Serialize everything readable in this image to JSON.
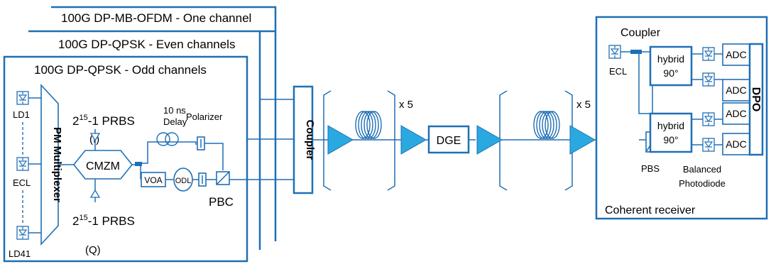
{
  "colors": {
    "stroke": "#1f6fb5",
    "amplifier_fill": "#2aa9e0",
    "background": "#ffffff"
  },
  "transmitter": {
    "panel_back_title": "100G DP-MB-OFDM - One channel",
    "panel_mid_title": "100G DP-QPSK - Even channels",
    "panel_front_title": "100G DP-QPSK - Odd channels",
    "multiplexer": "PM Multiplexer",
    "lasers": [
      "LD1",
      "ECL",
      "LD41"
    ],
    "prbs_top": "2",
    "prbs_sup": "15",
    "prbs_rest": "-1 PRBS",
    "prbs_top_label": "(I)",
    "prbs_bottom_label": "(Q)",
    "modulator": "CMZM",
    "delay_line1": "10 ns",
    "delay_line2": "Delay",
    "polarizer": "Polarizer",
    "voa": "VOA",
    "odl": "ODL",
    "pbc": "PBC"
  },
  "link": {
    "coupler": "Coupler",
    "span1_repeat": "x 5",
    "dge": "DGE",
    "span2_repeat": "x 5"
  },
  "receiver": {
    "coupler": "Coupler",
    "ecl": "ECL",
    "hybrid_top1": "hybrid",
    "hybrid_top2": "90°",
    "hybrid_bottom1": "hybrid",
    "hybrid_bottom2": "90°",
    "adc": [
      "ADC",
      "ADC",
      "ADC",
      "ADC"
    ],
    "dpo": "DPO",
    "pbs": "PBS",
    "photodiode1": "Balanced",
    "photodiode2": "Photodiode",
    "title": "Coherent receiver"
  },
  "icons": [
    "photodiode-icon",
    "amplifier-icon",
    "fiber-coil-icon",
    "polarizer-icon",
    "pbs-icon"
  ]
}
